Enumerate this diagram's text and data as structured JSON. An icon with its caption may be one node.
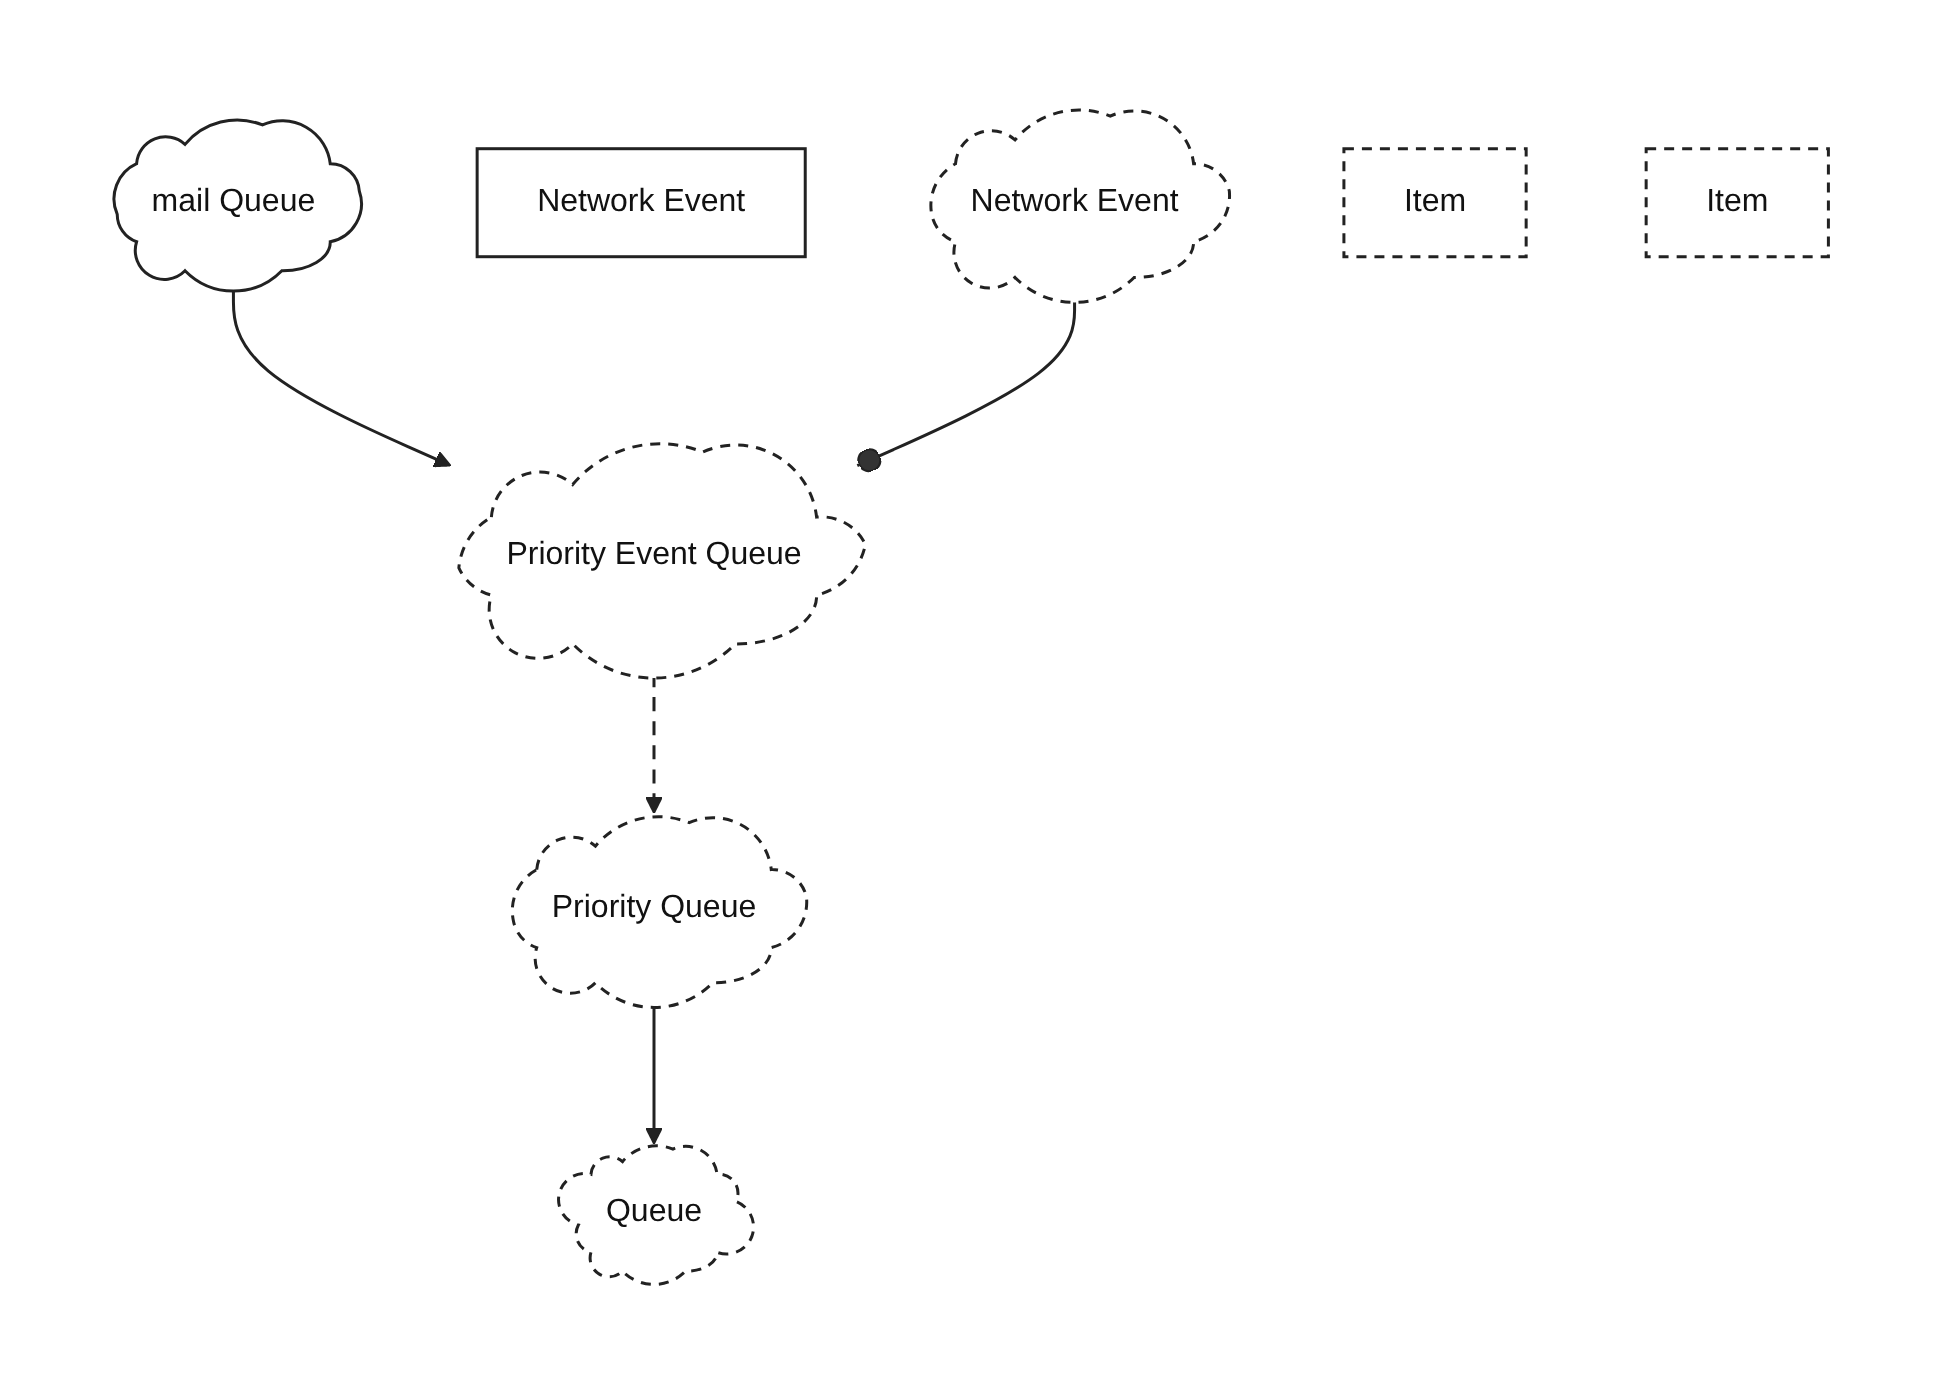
{
  "diagram": {
    "nodes": [
      {
        "text": [
          "mail Queue"
        ]
      },
      {
        "text": [
          "Network Event"
        ]
      },
      {
        "text": [
          "Priority Event Queue"
        ]
      },
      {
        "text": [
          "Network Event"
        ]
      },
      {
        "text": [
          "Item"
        ]
      },
      {
        "text": [
          "Priority Queue"
        ]
      },
      {
        "text": [
          "Item"
        ]
      },
      {
        "text": [
          "Queue"
        ]
      }
    ],
    "edges": [
      {
        "from": 0,
        "to": 2,
        "arrow": "to"
      },
      {
        "from": 2,
        "to": 5,
        "arrow": "to",
        "style": "dashed"
      },
      {
        "from": 2,
        "to": 3,
        "arrow": "other"
      },
      {
        "from": 5,
        "to": 7,
        "arrow": "to"
      }
    ]
  }
}
